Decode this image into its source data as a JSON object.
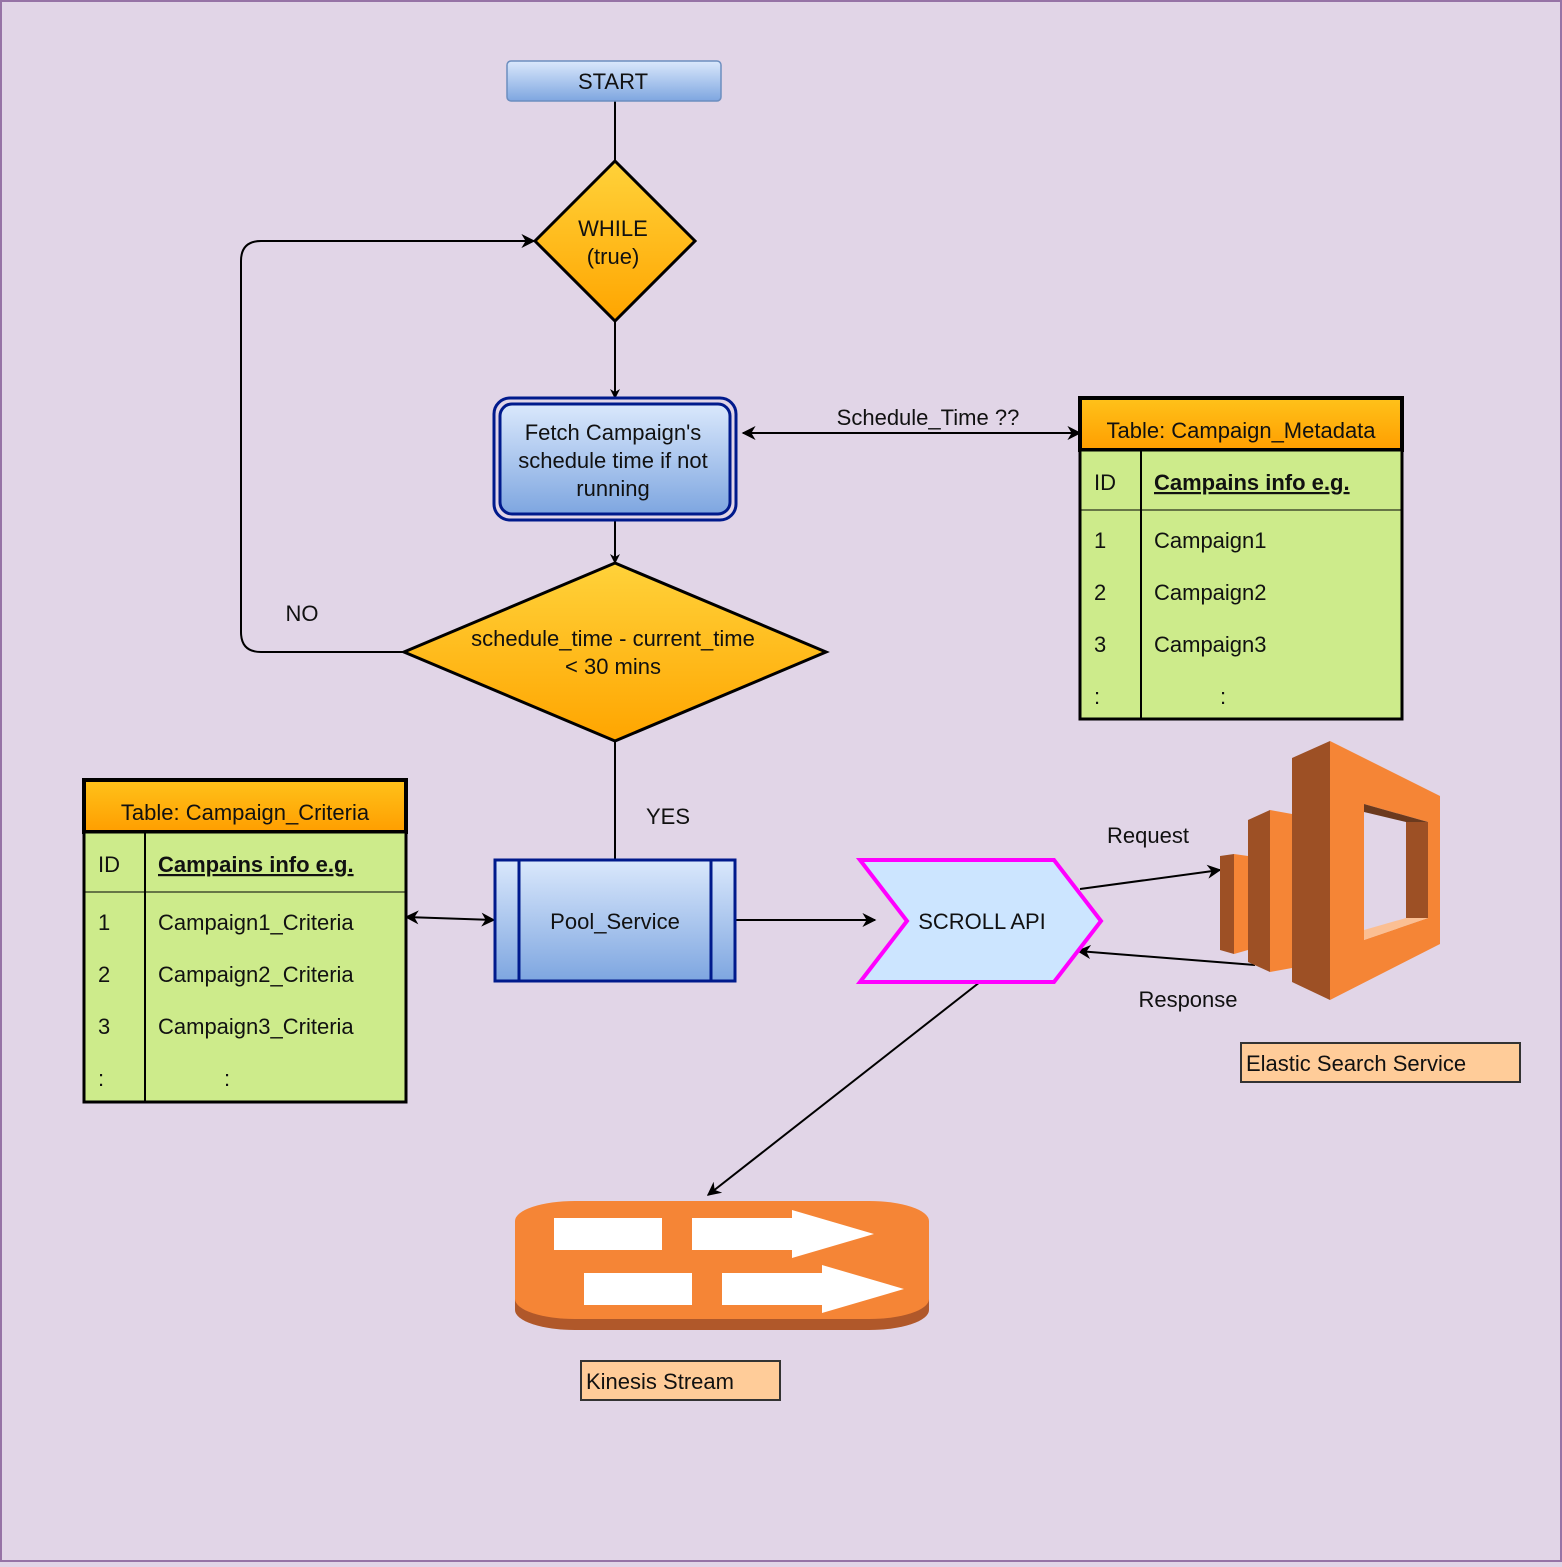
{
  "colors": {
    "background": "#e1d5e7",
    "border": "#9673a6",
    "decision_top": "#ffd23a",
    "decision_bottom": "#ffa500",
    "process_top": "#dae8fc",
    "process_bottom": "#7ea6e0",
    "process_border": "#001a8c",
    "table_header": "#ffa500",
    "table_body": "#cdeb8b",
    "scroll_fill": "#cce5ff",
    "scroll_border": "#ff00ff",
    "aws_orange": "#f58536",
    "label_fill": "#ffcc99"
  },
  "nodes": {
    "start": "START",
    "while_line1": "WHILE",
    "while_line2": "(true)",
    "fetch_line1": "Fetch Campaign's",
    "fetch_line2": "schedule time if not",
    "fetch_line3": "running",
    "decision_line1": "schedule_time - current_time",
    "decision_line2": "< 30 mins",
    "pool_service": "Pool_Service",
    "scroll_api": "SCROLL API"
  },
  "edges": {
    "no": "NO",
    "yes": "YES",
    "schedule_time": "Schedule_Time ??",
    "request": "Request",
    "response": "Response"
  },
  "tables": {
    "metadata": {
      "title": "Table: Campaign_Metadata",
      "col_id": "ID",
      "col_info": "Campains info e.g.",
      "rows": [
        {
          "id": "1",
          "info": "Campaign1"
        },
        {
          "id": "2",
          "info": "Campaign2"
        },
        {
          "id": "3",
          "info": "Campaign3"
        },
        {
          "id": ":",
          "info": ":"
        }
      ]
    },
    "criteria": {
      "title": "Table: Campaign_Criteria",
      "col_id": "ID",
      "col_info": "Campains info e.g.",
      "rows": [
        {
          "id": "1",
          "info": "Campaign1_Criteria"
        },
        {
          "id": "2",
          "info": "Campaign2_Criteria"
        },
        {
          "id": "3",
          "info": "Campaign3_Criteria"
        },
        {
          "id": ":",
          "info": ":"
        }
      ]
    }
  },
  "services": {
    "elastic_search": "Elastic Search Service",
    "kinesis": "Kinesis Stream"
  },
  "icons": {
    "elastic_search": "aws-elasticsearch-icon",
    "kinesis": "aws-kinesis-stream-icon"
  }
}
